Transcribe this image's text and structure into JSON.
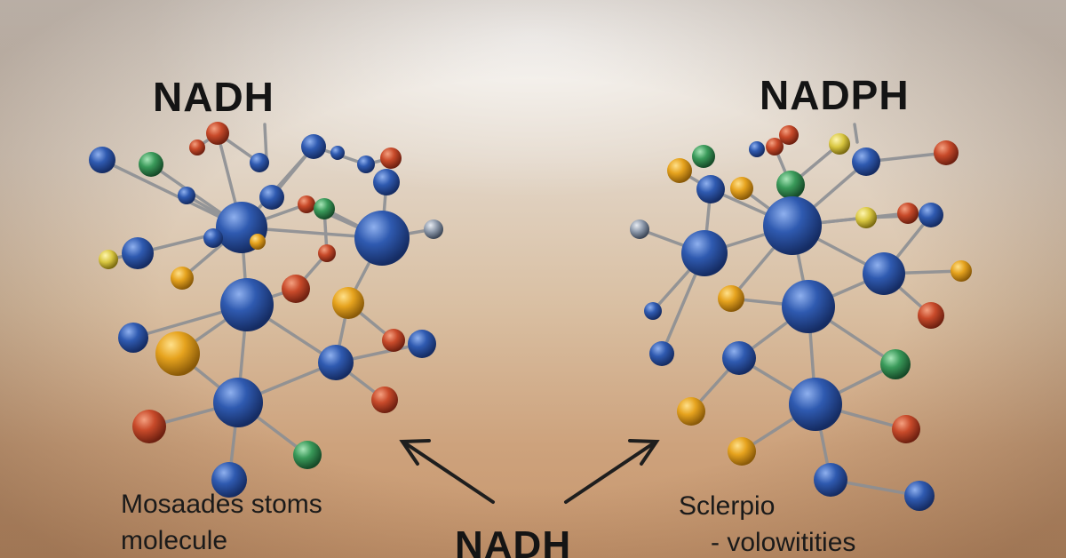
{
  "left_molecule": {
    "title": "NADH",
    "caption_line1": "Mosaades stoms",
    "caption_line2": "molecule"
  },
  "right_molecule": {
    "title": "NADPH",
    "caption_line1": "Sclerpio",
    "caption_line2": "- volowitities"
  },
  "bottom_label": "NADH",
  "colors": {
    "atom_blue": "#2b55a8",
    "atom_red": "#c84a2a",
    "atom_orange": "#e0a020",
    "atom_green": "#3a9a5a",
    "bond": "#8c8f94",
    "background_light": "#e9e4dd",
    "background_warm": "#c7966d"
  }
}
